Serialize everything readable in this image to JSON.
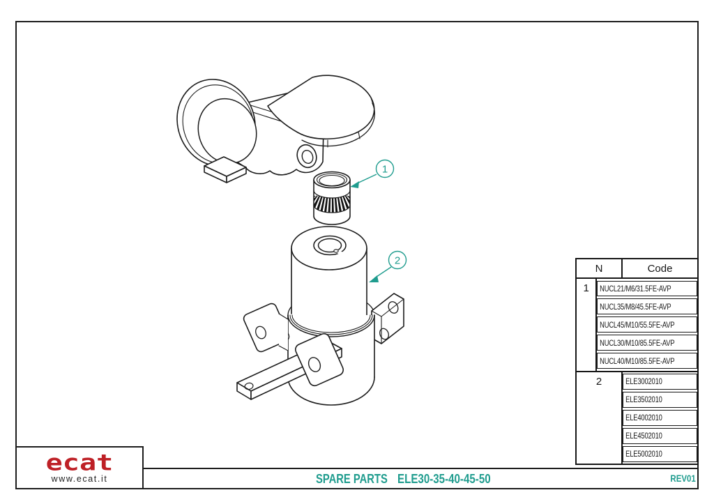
{
  "page": {
    "background": "#ffffff",
    "line_color": "#1c1c1c",
    "accent_teal": "#1f9c8e",
    "logo_red": "#be2026"
  },
  "logo": {
    "word": "ecat",
    "url": "www.ecat.it"
  },
  "title_block": {
    "doc_type": "SPARE PARTS",
    "doc_code": "ELE30-35-40-45-50",
    "revision": "REV01"
  },
  "callouts": [
    {
      "number": "1"
    },
    {
      "number": "2"
    }
  ],
  "parts_table": {
    "headers": {
      "n": "N",
      "code": "Code"
    },
    "groups": [
      {
        "n": "1",
        "codes": [
          "NUCL21/M6/31.5FE-AVP",
          "NUCL35/M8/45.5FE-AVP",
          "NUCL45/M10/55.5FE-AVP",
          "NUCL30/M10/85.5FE-AVP",
          "NUCL40/M10/85.5FE-AVP"
        ]
      },
      {
        "n": "2",
        "codes": [
          "ELE3002010",
          "ELE3502010",
          "ELE4002010",
          "ELE4502010",
          "ELE5002010"
        ]
      }
    ]
  }
}
